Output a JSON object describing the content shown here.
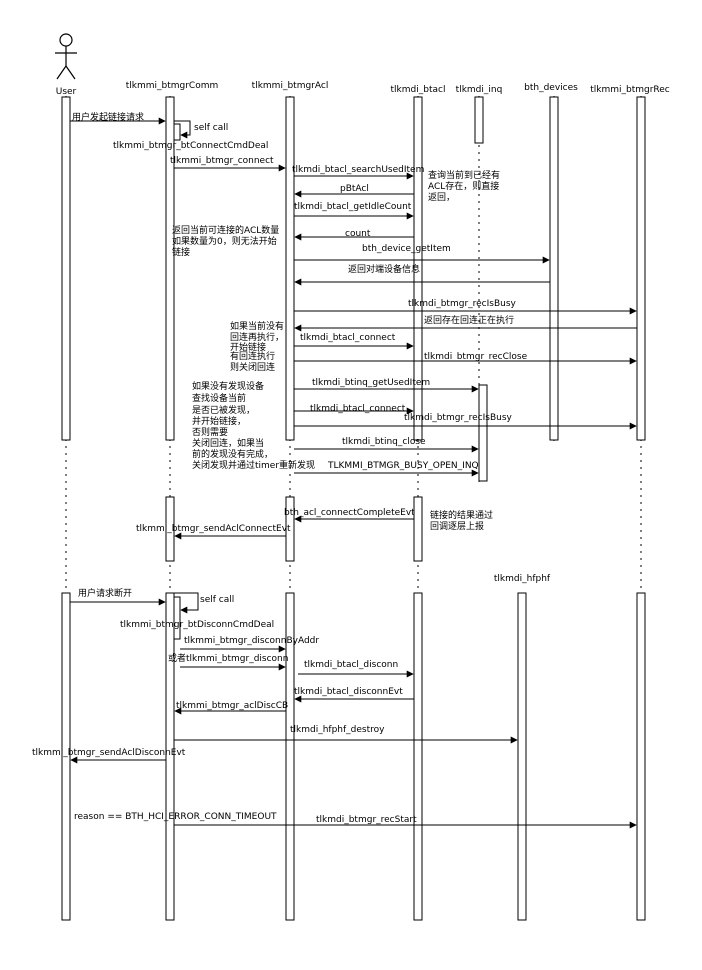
{
  "participants": {
    "user": "User",
    "comm": "tlkmmi_btmgrComm",
    "acl": "tlkmmi_btmgrAcl",
    "btacl": "tlkmdi_btacl",
    "inq": "tlkmdi_inq",
    "devices": "bth_devices",
    "rec": "tlkmmi_btmgrRec",
    "hfphf": "tlkmdi_hfphf"
  },
  "messages": {
    "m1": "用户发起链接请求",
    "m2": "self call",
    "m3": "tlkmmi_btmgr_btConnectCmdDeal",
    "m4": "tlkmmi_btmgr_connect",
    "m5": "tlkmdi_btacl_searchUsedItem",
    "m6": "pBtAcl",
    "m7": "tlkmdi_btacl_getIdleCount",
    "m8": "count",
    "m9": "bth_device_getItem",
    "m10": "返回对端设备信息",
    "m11": "tlkmdi_btmgr_recIsBusy",
    "m12": "返回存在回连正在执行",
    "m13": "tlkmdi_btacl_connect",
    "m14": "tlkmdi_btmgr_recClose",
    "m15": "tlkmdi_btinq_getUsedItem",
    "m16": "tlkmdi_btacl_connect",
    "m17": "tlkmdi_btmgr_recIsBusy",
    "m18": "tlkmdi_btinq_close",
    "m19": "TLKMMI_BTMGR_BUSY_OPEN_INQ",
    "m20": "bth_acl_connectCompleteEvt",
    "m21": "tlkmmi_btmgr_sendAclConnectEvt",
    "m22": "用户请求断开",
    "m23": "self call",
    "m24": "tlkmmi_btmgr_btDisconnCmdDeal",
    "m25": "tlkmmi_btmgr_disconnByAddr",
    "m26": "或者tlkmmi_btmgr_disconn",
    "m27": "tlkmdi_btacl_disconn",
    "m28": "tlkmdi_btacl_disconnEvt",
    "m29": "tlkmmi_btmgr_aclDiscCB",
    "m30": "tlkmdi_hfphf_destroy",
    "m31": "tlkmmi_btmgr_sendAclDisconnEvt",
    "m32": "reason == BTH_HCI_ERROR_CONN_TIMEOUT",
    "m33": "tlkmdi_btmgr_recStart"
  },
  "notes": {
    "n1": [
      "查询当前到已经有",
      "ACL存在，则直接",
      "返回，"
    ],
    "n2": [
      "返回当前可连接的ACL数量",
      "如果数量为0，则无法开始",
      "链接"
    ],
    "n3": [
      "如果当前没有",
      "回连再执行，",
      "开始链接",
      "有回连执行",
      "则关闭回连"
    ],
    "n4": [
      "如果没有发现设备",
      "查找设备当前",
      "是否已被发现，",
      "并开始链接，",
      "否则需要",
      "关闭回连，如果当",
      "前的发现没有完成，",
      "关闭发现并通过timer重新发现"
    ],
    "n5": [
      "链接的结果通过",
      "回调逐层上报"
    ]
  }
}
